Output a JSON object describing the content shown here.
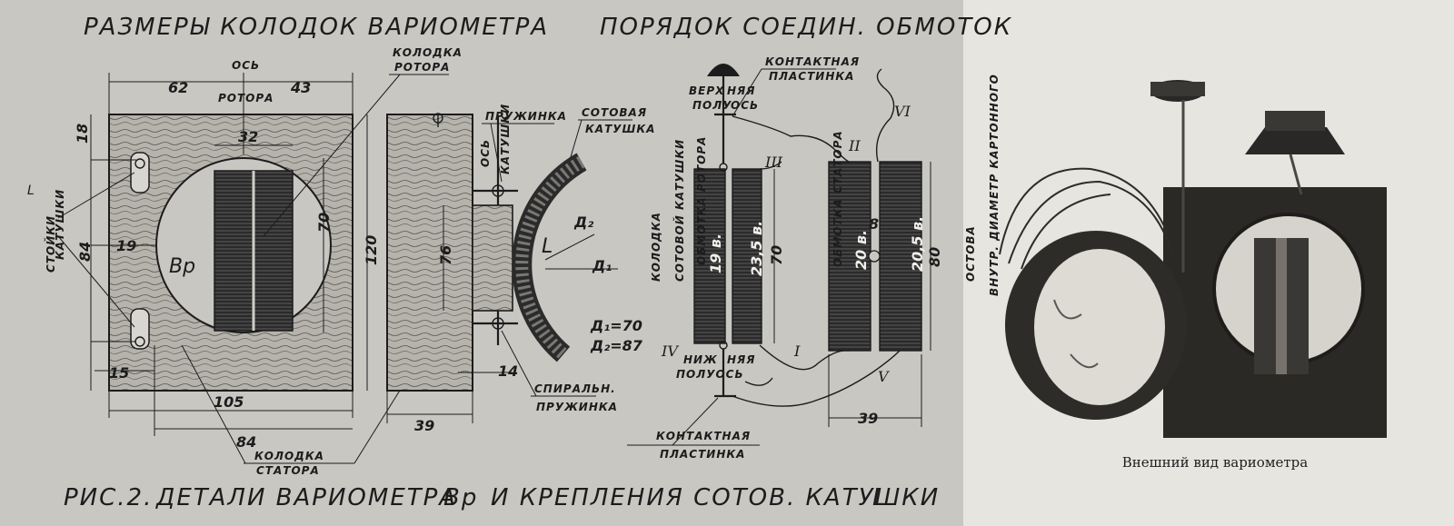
{
  "titles": {
    "left": "РАЗМЕРЫ КОЛОДОК ВАРИОМЕТРА",
    "middle": "ПОРЯДОК СОЕДИН. ОБМОТОК"
  },
  "caption": {
    "fig": "РИС.2.",
    "text": "ДЕТАЛИ ВАРИОМЕТРА",
    "bp": "Вр",
    "text2": "И КРЕПЛЕНИЯ СОТОВ. КАТУШКИ",
    "L": "L"
  },
  "labels": {
    "axis_rotor_1": "ОСЬ",
    "axis_rotor_2": "РОТОРА",
    "block_rotor_1": "КОЛОДКА",
    "block_rotor_2": "РОТОРА",
    "spring": "ПРУЖИНКА",
    "coil_axis_1": "ОСЬ",
    "coil_axis_2": "КАТУШКИ",
    "honey_coil_1": "СОТОВАЯ",
    "honey_coil_2": "КАТУШКА",
    "block_honey_1": "КОЛОДКА",
    "block_honey_2": "СОТОВОЙ КАТУШКИ",
    "stands_1": "СТОЙКИ",
    "stands_L": "L",
    "stands_2": "КАТУШКИ",
    "bp": "Вр",
    "block_stator_1": "КОЛОДКА",
    "block_stator_2": "СТАТОРА",
    "spiral_1": "СПИРАЛЬН.",
    "spiral_2": "ПРУЖИНКА",
    "L": "L",
    "d1_eq": "Д₁=70",
    "d2_eq": "Д₂=87",
    "d1": "Д₁",
    "d2": "Д₂",
    "contact_top_1": "КОНТАКТНАЯ",
    "contact_top_2": "ПЛАСТИНКА",
    "upper_half_1": "ВЕРХ",
    "upper_half_2": "НЯЯ",
    "upper_half_3": "ПОЛУ",
    "upper_half_4": "ОСЬ",
    "lower_half_1": "НИЖ",
    "lower_half_2": "НЯЯ",
    "lower_half_3": "ПОЛУОСЬ",
    "contact_bottom_1": "КОНТАКТНАЯ",
    "contact_bottom_2": "ПЛАСТИНКА",
    "rotor_winding": "ОБМОТКА РОТОРА",
    "stator_winding": "ОБМОТКА СТАТОРА",
    "inner_diam_1": "ВНУТР. ДИАМЕТР КАРТОННОГО",
    "inner_diam_2": "ОСТОВА",
    "rot_a": "19 в.",
    "rot_b": "23,5 в.",
    "stat_a": "20 в.",
    "stat_b": "20,5 в."
  },
  "dimensions": {
    "d62": "62",
    "d43": "43",
    "d18": "18",
    "d32": "32",
    "d84v": "84",
    "d19": "19",
    "d70": "70",
    "d120": "120",
    "d15": "15",
    "d105": "105",
    "d84h": "84",
    "d76": "76",
    "d14": "14",
    "d39a": "39",
    "d8": "8",
    "d70b": "70",
    "d80": "80",
    "d39b": "39"
  },
  "roman": {
    "r1": "I",
    "r2": "II",
    "r3": "III",
    "r4": "IV",
    "r5": "V",
    "r6": "VI"
  },
  "photo": {
    "caption": "Внешний вид вариометра"
  },
  "colors": {
    "ink": "#1c1c1c",
    "paper": "#c9c7c2",
    "wood": "#b4b1aa",
    "photo_bg": "#e7e5e0"
  }
}
